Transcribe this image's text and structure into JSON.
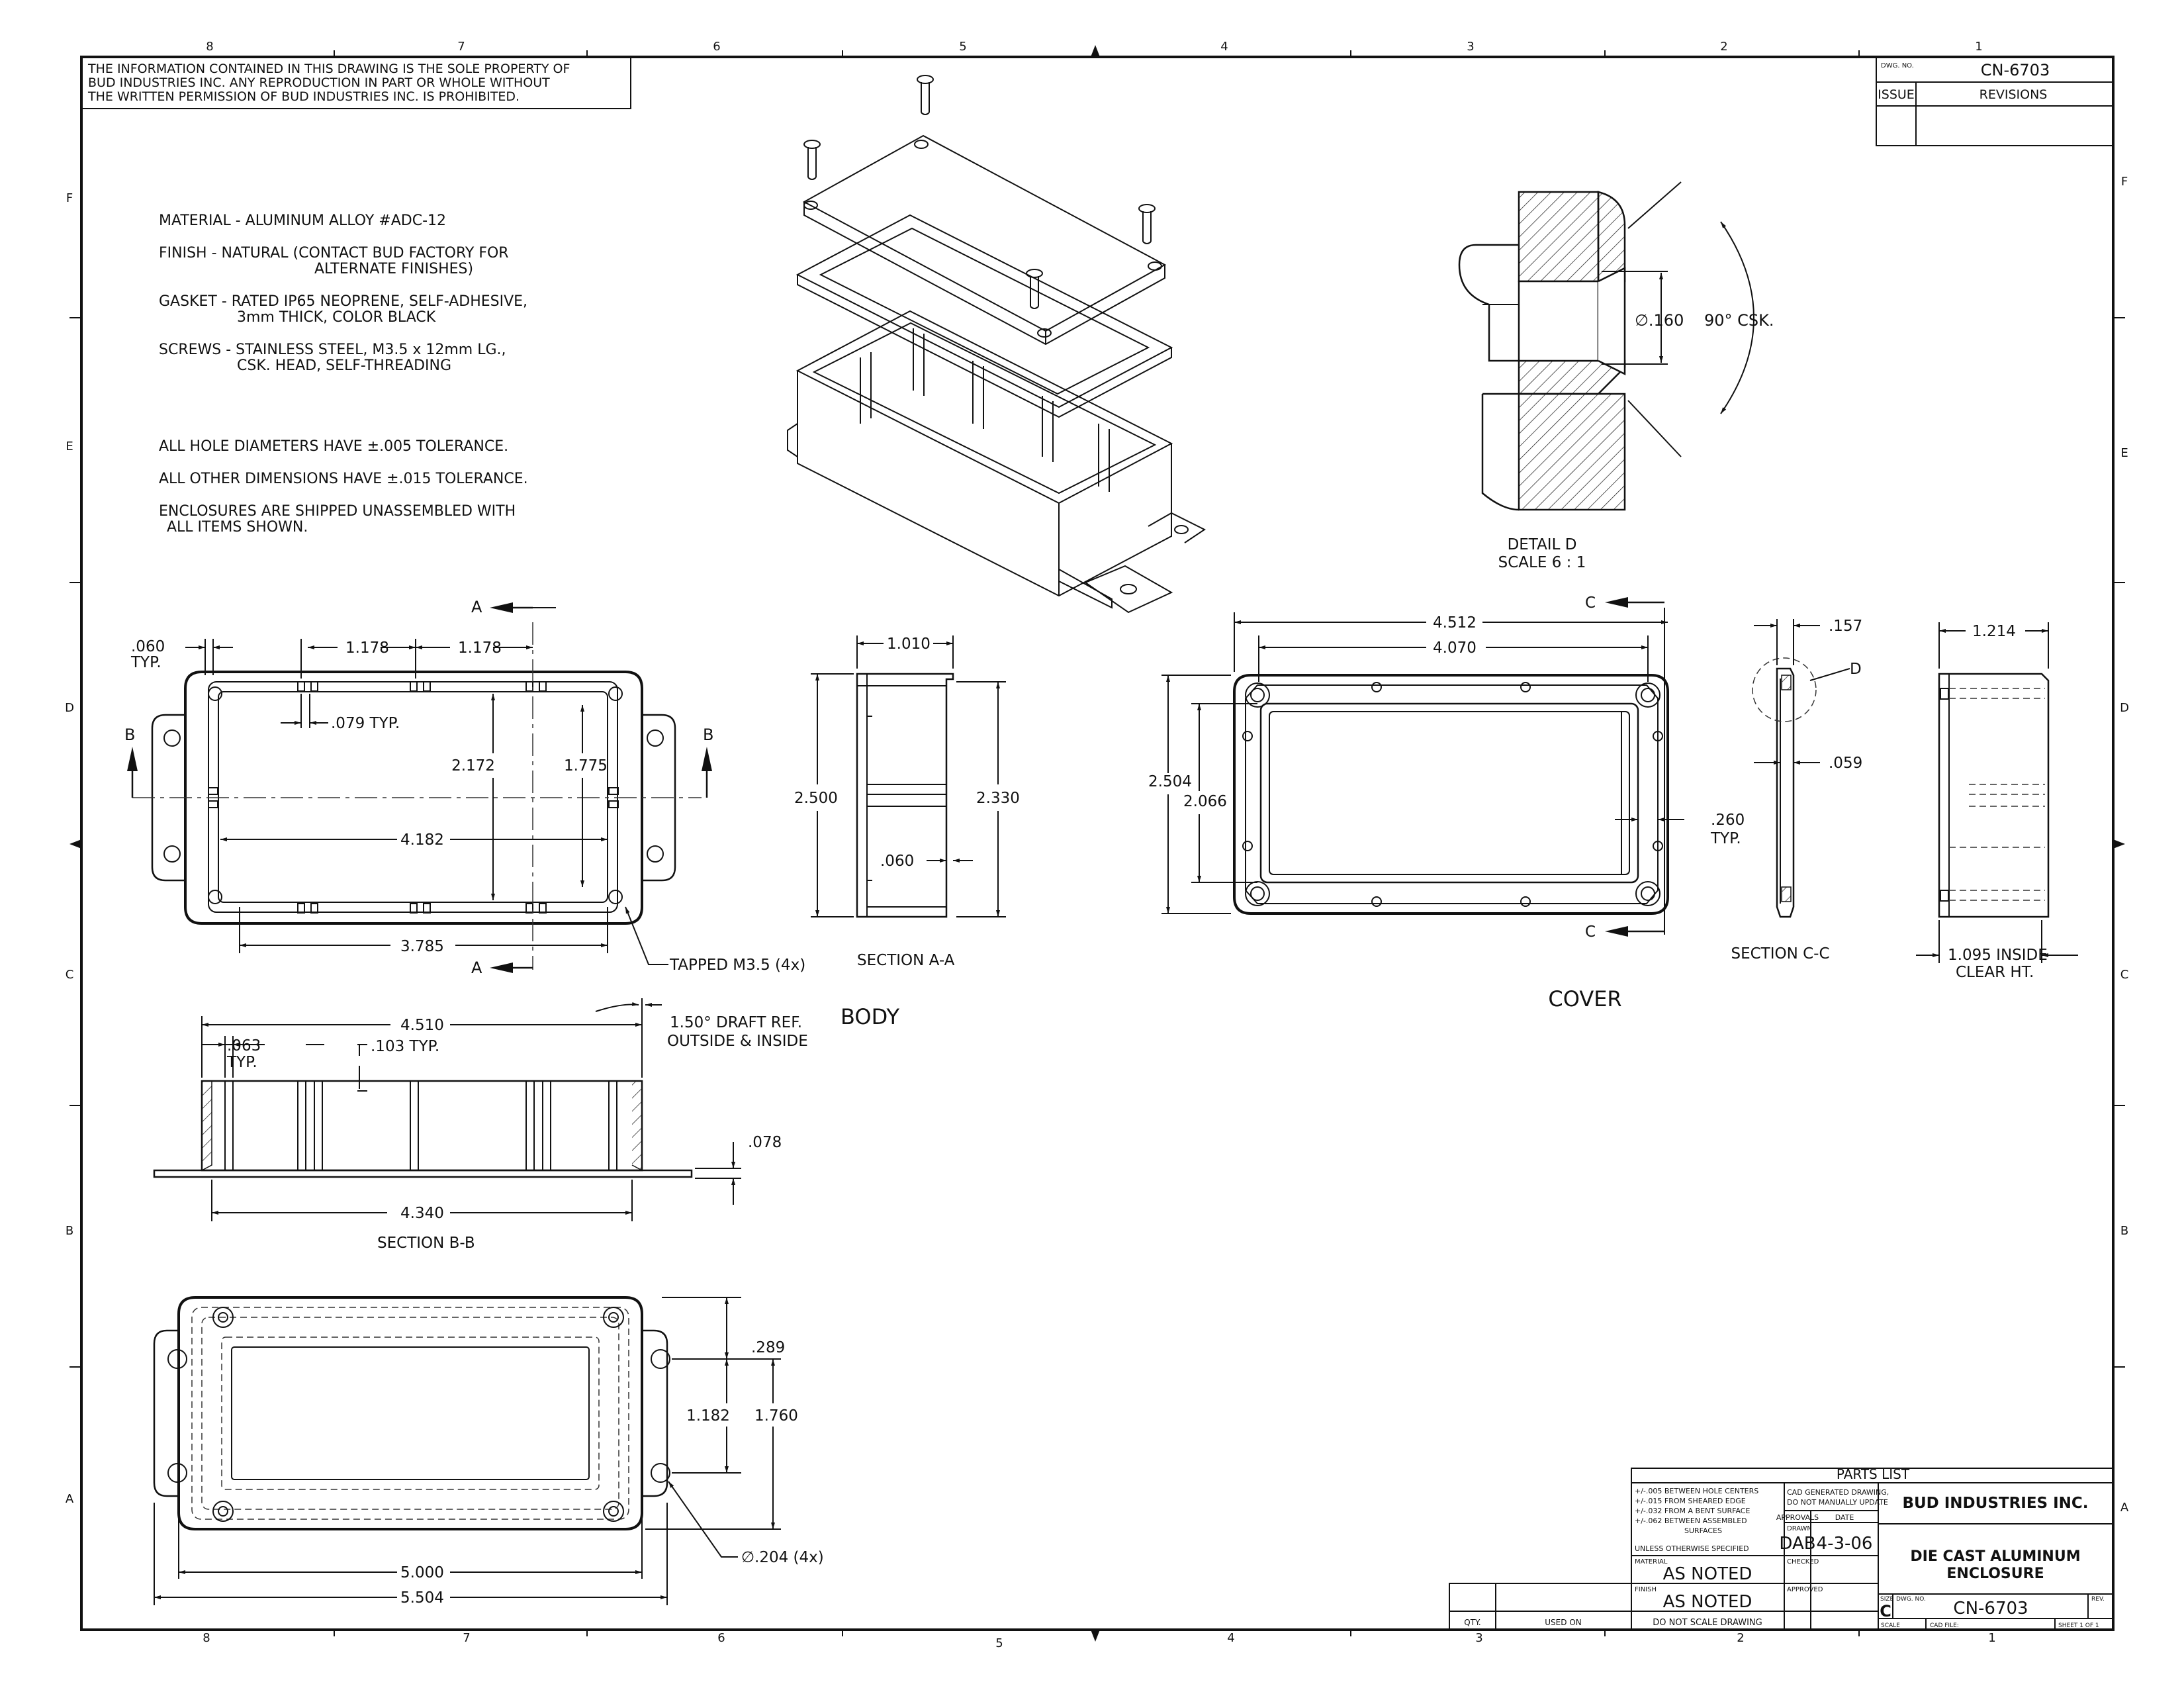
{
  "proprietary_notice": [
    "THE INFORMATION CONTAINED IN THIS DRAWING IS THE SOLE PROPERTY OF",
    "BUD INDUSTRIES INC. ANY REPRODUCTION IN PART OR WHOLE WITHOUT",
    "THE WRITTEN PERMISSION OF BUD INDUSTRIES INC. IS PROHIBITED."
  ],
  "zones": {
    "columns": [
      "8",
      "7",
      "6",
      "5",
      "4",
      "3",
      "2",
      "1"
    ],
    "rows": [
      "F",
      "E",
      "D",
      "C",
      "B",
      "A"
    ]
  },
  "notes": [
    "MATERIAL - ALUMINUM ALLOY #ADC-12",
    "FINISH - NATURAL (CONTACT BUD FACTORY FOR",
    "ALTERNATE FINISHES)",
    "GASKET - RATED IP65 NEOPRENE, SELF-ADHESIVE,",
    "3mm THICK, COLOR BLACK",
    "SCREWS - STAINLESS STEEL, M3.5 x 12mm LG.,",
    "CSK. HEAD, SELF-THREADING",
    "ALL HOLE DIAMETERS HAVE ±.005 TOLERANCE.",
    "ALL OTHER DIMENSIONS HAVE ±.015 TOLERANCE.",
    "ENCLOSURES ARE SHIPPED UNASSEMBLED WITH",
    "ALL ITEMS SHOWN."
  ],
  "revision_block": {
    "dwg_no_label": "DWG. NO.",
    "dwg_no": "CN-6703",
    "issue_label": "ISSUE",
    "revisions_label": "REVISIONS"
  },
  "detail_d": {
    "title": "DETAIL D",
    "scale": "SCALE 6 : 1",
    "hole_dia": "∅.160",
    "csk": "90° CSK."
  },
  "body_top": {
    "dims": [
      "1.178",
      "1.178",
      ".060",
      "TYP.",
      ".079 TYP.",
      "2.172",
      "1.775",
      "4.182",
      "3.785"
    ],
    "section_letters": [
      "A",
      "A",
      "B",
      "B"
    ],
    "tapped": "TAPPED M3.5 (4x)"
  },
  "section_aa": {
    "label": "SECTION A-A",
    "dims": [
      "1.010",
      "2.500",
      "2.330",
      ".060"
    ]
  },
  "body_label": "BODY",
  "cover_label": "COVER",
  "cover": {
    "dims": [
      "4.512",
      "4.070",
      "2.504",
      "2.066",
      ".260",
      "TYP."
    ],
    "section_letters": [
      "C",
      "C"
    ]
  },
  "section_cc": {
    "label": "SECTION C-C",
    "dims": [
      ".157",
      ".059"
    ],
    "detail_ref": "D"
  },
  "side_view": {
    "dims": [
      "1.214",
      "1.095 INSIDE",
      "CLEAR HT."
    ]
  },
  "section_bb": {
    "label": "SECTION B-B",
    "dims": [
      "4.510",
      ".063",
      "TYP.",
      ".103 TYP.",
      "1.50° DRAFT REF.",
      "OUTSIDE & INSIDE",
      ".078",
      "4.340"
    ]
  },
  "bottom_view": {
    "dims": [
      ".289",
      "1.182",
      "1.760",
      "5.000",
      "5.504"
    ],
    "hole": "∅.204 (4x)"
  },
  "title_block": {
    "parts_list": "PARTS LIST",
    "qty": "QTY.",
    "used_on": "USED ON",
    "do_not_scale": "DO NOT SCALE DRAWING",
    "tolerances": [
      "+/-.005 BETWEEN HOLE CENTERS",
      "+/-.015 FROM SHEARED EDGE",
      "+/-.032 FROM A BENT SURFACE",
      "+/-.062 BETWEEN ASSEMBLED",
      "SURFACES",
      "UNLESS OTHERWISE SPECIFIED"
    ],
    "cad_note": [
      "CAD GENERATED DRAWING,",
      "DO NOT MANUALLY UPDATE"
    ],
    "approvals": "APPROVALS",
    "date_label": "DATE",
    "drawn_label": "DRAWN",
    "drawn": "DAB",
    "date": "4-3-06",
    "checked_label": "CHECKED",
    "approved_label": "APPROVED",
    "material_label": "MATERIAL",
    "material": "AS NOTED",
    "finish_label": "FINISH",
    "finish": "AS NOTED",
    "company": "BUD INDUSTRIES INC.",
    "title_1": "DIE CAST ALUMINUM",
    "title_2": "ENCLOSURE",
    "size_label": "SIZE",
    "size": "C",
    "dwg_no_label": "DWG. NO.",
    "dwg_no": "CN-6703",
    "rev_label": "REV.",
    "scale_label": "SCALE",
    "cad_file_label": "CAD FILE:",
    "sheet": "SHEET 1 OF 1"
  }
}
